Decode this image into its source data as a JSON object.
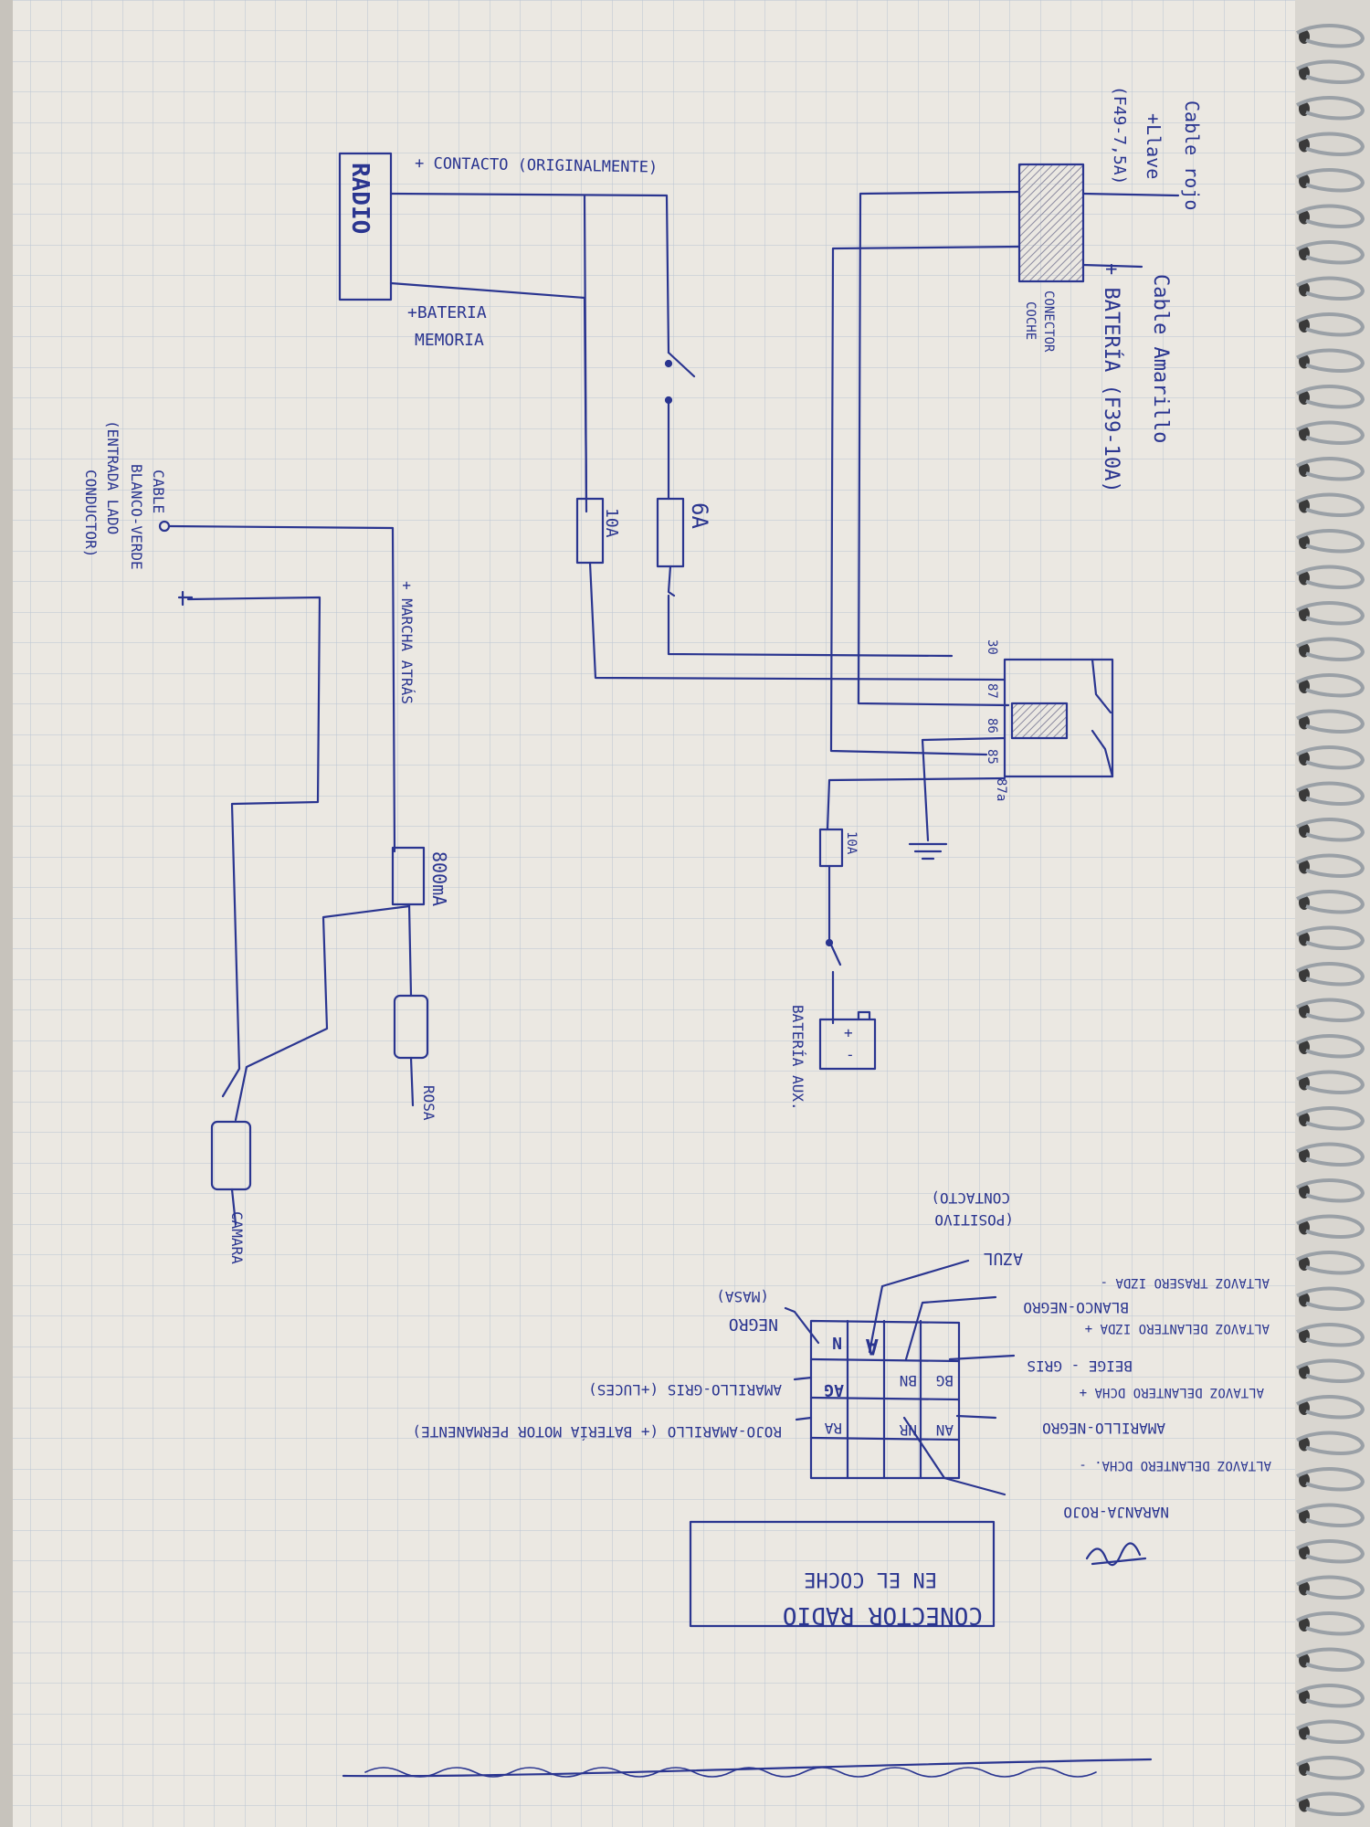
{
  "colors": {
    "ink": "#2a3590",
    "paper": "#ebe8e2",
    "grid": "#b9c4d3",
    "hatch": "#8b8aa0",
    "spiral": "#9aa0a6"
  },
  "radio_unit": {
    "label": "RADIO",
    "contacto_label": "+ CONTACTO (ORIGINALMENTE)",
    "bateria_label_1": "+BATERIA",
    "bateria_label_2": "MEMORIA"
  },
  "fuses": {
    "fuse_10a_top": "10A",
    "fuse_6a": "6A",
    "fuse_10a_aux": "10A",
    "fuse_800ma": "800mA"
  },
  "car_connector": {
    "label_1": "CONECTOR",
    "label_2": "COCHE",
    "cable_rojo": "Cable rojo",
    "llave_label": "+Llave",
    "llave_fuse": "(F49-7,5A)",
    "bateria_label": "+ BATERÍA (F39-10A)",
    "cable_amarillo": "Cable Amarillo"
  },
  "relay": {
    "pin_30": "30",
    "pin_87": "87",
    "pin_86": "86",
    "pin_85": "85",
    "pin_87a": "87a"
  },
  "battery_aux": {
    "label": "BATERÍA AUX.",
    "plus": "+",
    "minus": "-"
  },
  "camera_circuit": {
    "cable_label_1": "CABLE",
    "cable_label_2": "BLANCO-VERDE",
    "cable_label_3": "(ENTRADA LADO",
    "cable_label_4": "CONDUCTOR)",
    "marcha_atras": "+ MARCHA ATRÁS",
    "rosa": "ROSA",
    "camara": "CAMARA"
  },
  "radio_connector": {
    "box_title_1": "CONECTOR RADIO",
    "box_title_2": "EN EL COCHE",
    "grid_cells": {
      "a": "A",
      "n": "N",
      "bn": "BN",
      "bg": "BG",
      "an": "AN",
      "ag": "AG",
      "nr": "NR",
      "ra": "RA"
    },
    "wires": {
      "azul": "AZUL",
      "positivo_1": "(POSITIVO",
      "positivo_2": "CONTACTO)",
      "altavoz_tras_izda": "ALTAVOZ TRASERO IZDA -",
      "negro": "NEGRO",
      "masa": "(MASA)",
      "blanco_negro": "BLANCO-NEGRO",
      "altavoz_del_izda": "ALTAVOZ DELANTERO IZDA +",
      "beige_gris": "BEIGE - GRIS",
      "amarillo_gris": "AMARILLO-GRIS (+LUCES)",
      "altavoz_del_dcha_plus": "ALTAVOZ DELANTERO DCHA +",
      "amarillo_negro": "AMARILLO-NEGRO",
      "rojo_amarillo": "ROJO-AMARILLO (+ BATERÍA MOTOR PERMANENTE)",
      "altavoz_del_dcha_minus": "ALTAVOZ DELANTERO DCHA. -",
      "naranja_rojo": "NARANJA-ROJO"
    }
  }
}
